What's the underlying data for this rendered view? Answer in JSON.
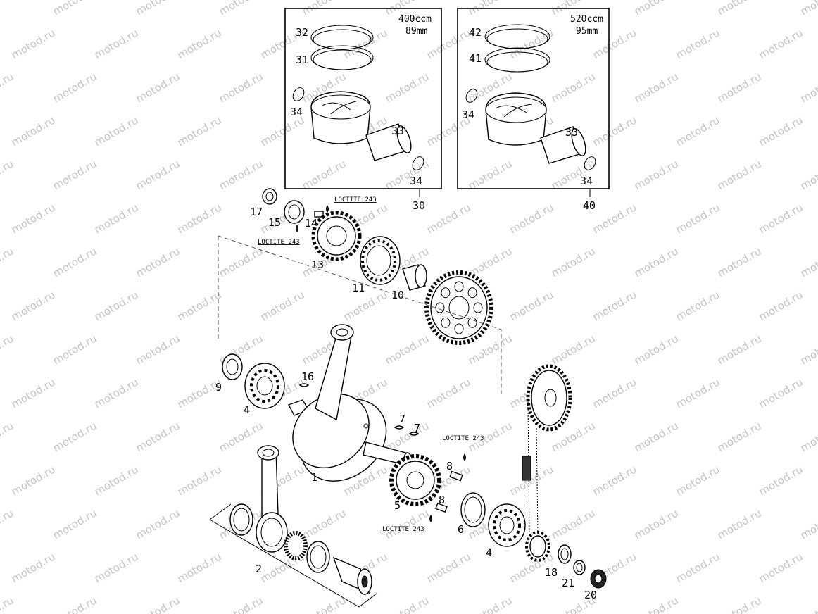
{
  "watermark": "motod.ru",
  "kits": [
    {
      "size": "400ccm",
      "bore": "89mm",
      "ring_top": "32",
      "ring_bottom": "31",
      "clip_left": "34",
      "pin": "33",
      "clip_right": "34",
      "kit": "30"
    },
    {
      "size": "520ccm",
      "bore": "95mm",
      "ring_top": "42",
      "ring_bottom": "41",
      "clip_left": "34",
      "pin": "33",
      "clip_right": "34",
      "kit": "40"
    }
  ],
  "loctite": "LOCTITE 243",
  "callouts": {
    "p1": "1",
    "p2": "2",
    "p4a": "4",
    "p4b": "4",
    "p5": "5",
    "p6": "6",
    "p7a": "7",
    "p7b": "7",
    "p8a": "8",
    "p8b": "8",
    "p9": "9",
    "p10": "10",
    "p11": "11",
    "p13": "13",
    "p14": "14",
    "p15": "15",
    "p16": "16",
    "p17": "17",
    "p18": "18",
    "p20": "20",
    "p21": "21"
  }
}
